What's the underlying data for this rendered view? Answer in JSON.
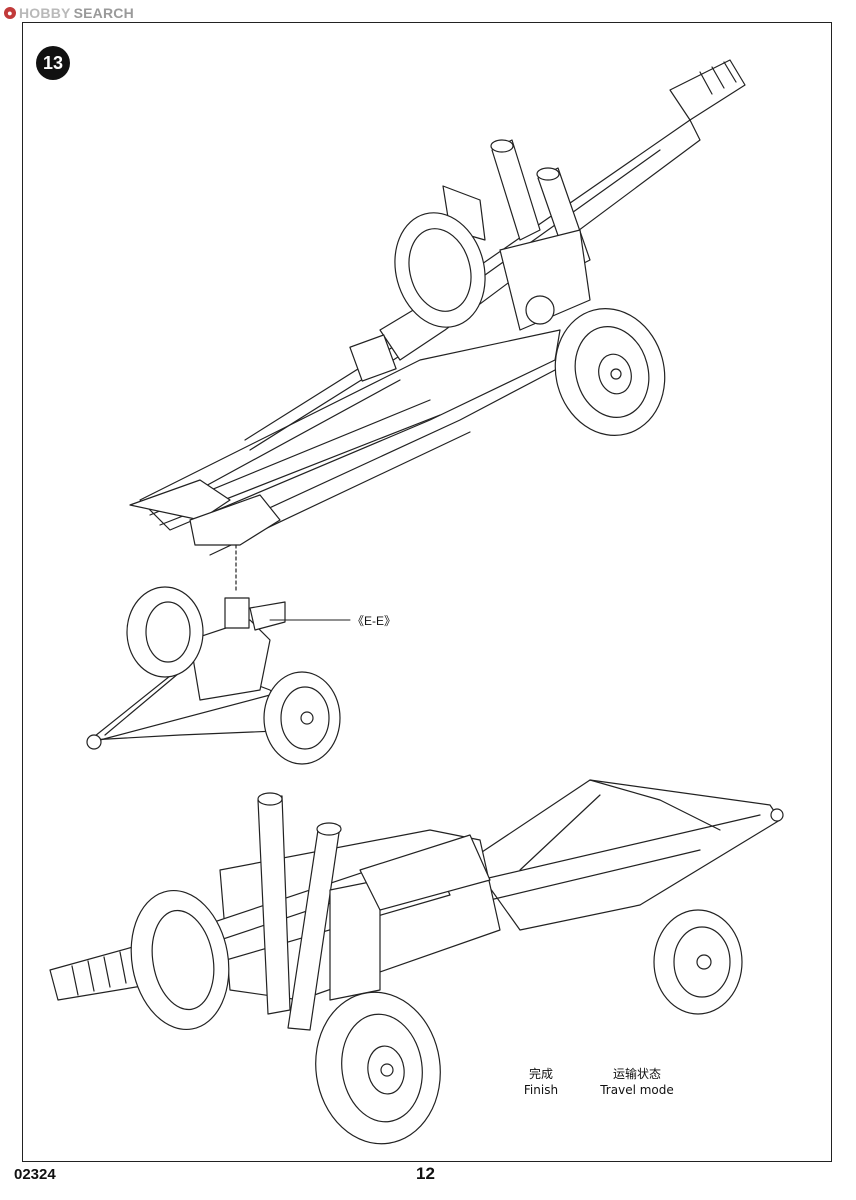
{
  "watermark": {
    "brand": "HOBBY",
    "suffix": "SEARCH"
  },
  "step": {
    "number": "13"
  },
  "callout": {
    "label": "《E-E》"
  },
  "captions": {
    "finish_cn": "完成",
    "finish_en": "Finish",
    "travel_cn": "运输状态",
    "travel_en": "Travel mode"
  },
  "footer": {
    "product_code": "02324",
    "page_number": "12"
  },
  "colors": {
    "line": "#222222",
    "badge": "#111111",
    "paper": "#ffffff"
  }
}
